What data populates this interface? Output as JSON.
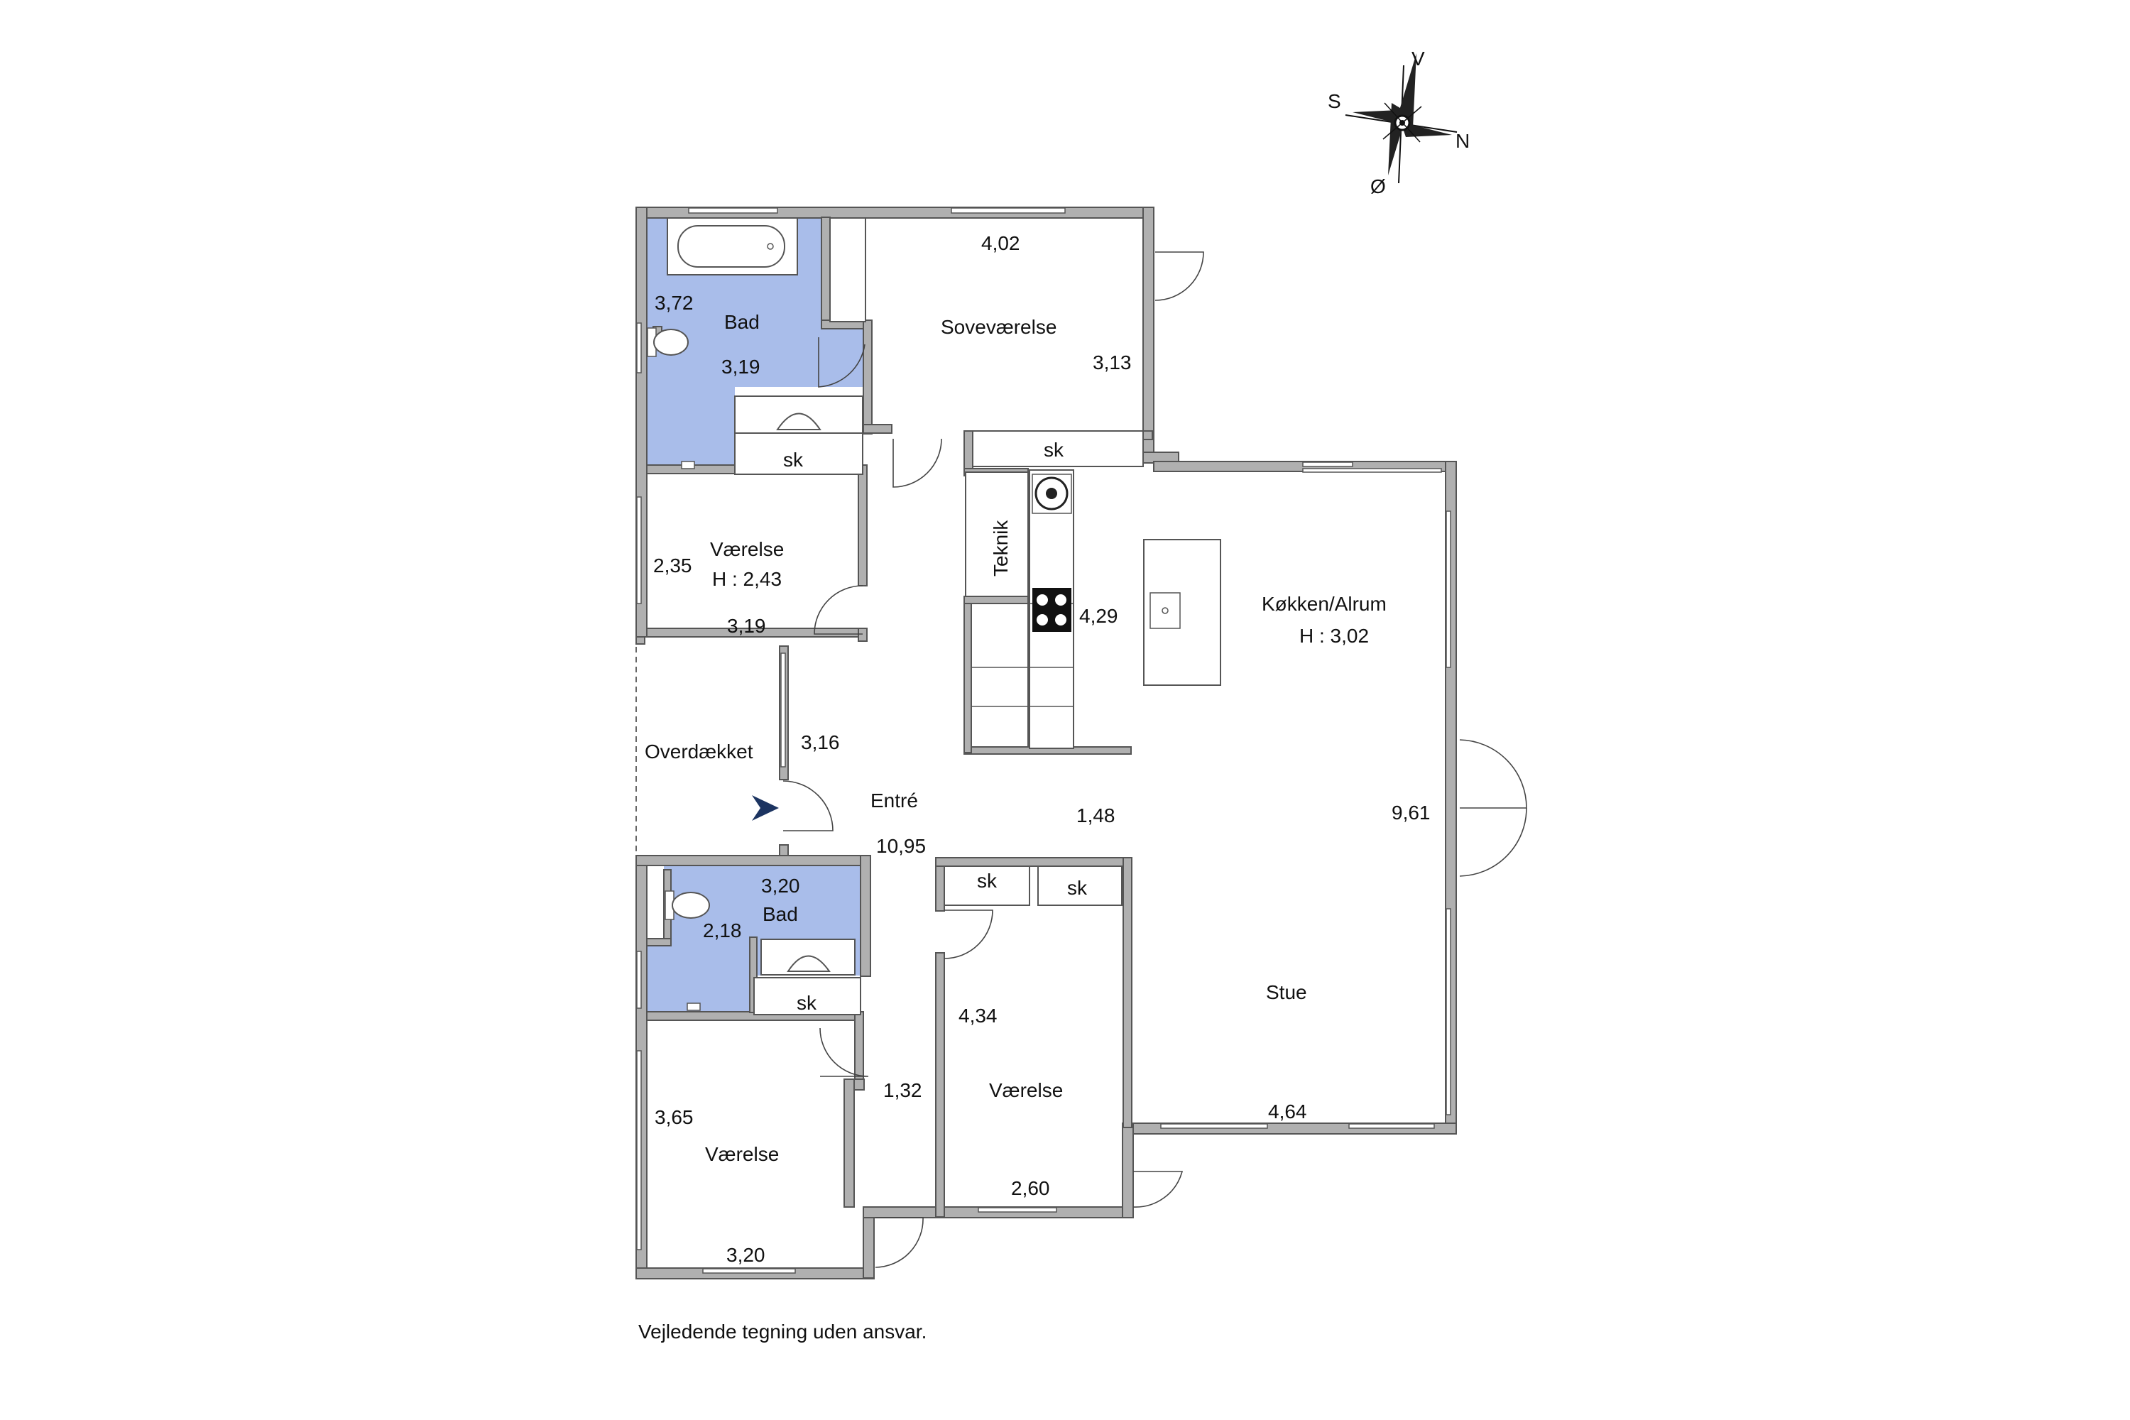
{
  "compass": {
    "north": "N",
    "south": "S",
    "west": "V",
    "east": "Ø"
  },
  "rooms": {
    "bad_top": {
      "name": "Bad",
      "dim_w": "3,72",
      "dim_h": "3,19"
    },
    "sovevaerelse": {
      "name": "Soveværelse",
      "dim_w": "4,02",
      "dim_h": "3,13",
      "closet": "sk"
    },
    "bad_top_closet": "sk",
    "vaerelse_top": {
      "name": "Værelse",
      "height": "H : 2,43",
      "dim_w": "2,35",
      "dim_h": "3,19"
    },
    "teknik": {
      "name": "Teknik"
    },
    "kokken_alrum": {
      "name": "Køkken/Alrum",
      "height": "H : 3,02",
      "dim_kitchen": "4,29",
      "dim_long": "9,61"
    },
    "overdaekket": {
      "name": "Overdækket",
      "dim": "3,16"
    },
    "entre": {
      "name": "Entré",
      "dim_a": "10,95",
      "dim_b": "1,48"
    },
    "entre_closets": [
      "sk",
      "sk"
    ],
    "bad_bottom": {
      "name": "Bad",
      "dim_w": "3,20",
      "dim_h": "2,18",
      "closet": "sk"
    },
    "vaerelse_mid": {
      "name": "Værelse",
      "dim_w": "4,34",
      "dim_h": "2,60"
    },
    "gang": {
      "dim": "1,32"
    },
    "vaerelse_bottom": {
      "name": "Værelse",
      "dim_w": "3,65",
      "dim_h": "3,20"
    },
    "stue": {
      "name": "Stue",
      "dim": "4,64"
    }
  },
  "colors": {
    "wet_room": "#a9bdea",
    "wall": "#b0b0b0",
    "entry_arrow": "#1c3461"
  },
  "disclaimer": "Vejledende tegning uden ansvar."
}
